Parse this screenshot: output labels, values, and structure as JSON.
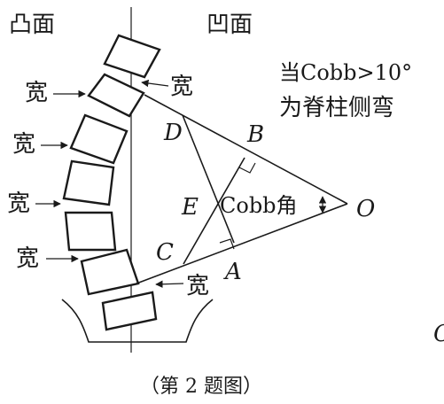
{
  "header": {
    "convex_label": "凸面",
    "concave_label": "凹面"
  },
  "note": {
    "line1": "当Cobb>10°",
    "line2": "为脊柱侧弯"
  },
  "wide_label": "宽",
  "points": {
    "D": "D",
    "B": "B",
    "E": "E",
    "C": "C",
    "A": "A",
    "O": "O",
    "edge_fragment": "C"
  },
  "angle_label": "Cobb角",
  "caption": "（第 2 题图）"
}
